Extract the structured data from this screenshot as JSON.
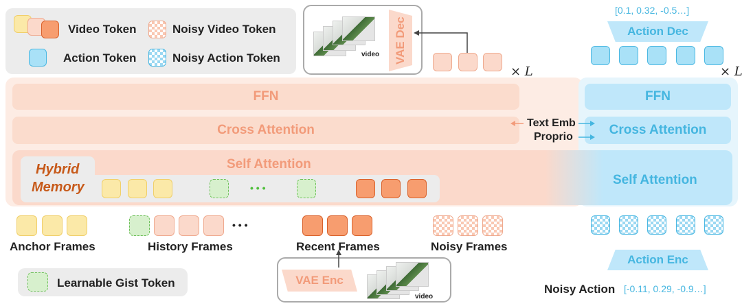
{
  "legend": {
    "video_token": "Video Token",
    "noisy_video_token": "Noisy Video Token",
    "action_token": "Action Token",
    "noisy_action_token": "Noisy Action Token"
  },
  "video_decoder": {
    "label": "VAE Dec",
    "video_caption": "video"
  },
  "video_encoder": {
    "label": "VAE Enc",
    "video_caption": "video"
  },
  "repeat_label_left": "× L",
  "repeat_label_right": "× L",
  "video_branch": {
    "ffn": "FFN",
    "cross_attention": "Cross Attention",
    "self_attention": "Self Attention",
    "hybrid_memory_line1": "Hybrid",
    "hybrid_memory_line2": "Memory",
    "ellipsis": "• • •"
  },
  "action_branch": {
    "decoder": "Action Dec",
    "encoder": "Action Enc",
    "ffn": "FFN",
    "cross_attention": "Cross Attention",
    "self_attention": "Self Attention",
    "output_values": "[0.1, 0.32, -0.5…]",
    "noisy_action_label": "Noisy Action",
    "noisy_action_values": "[-0.11, 0.29, -0.9…]"
  },
  "conditioning": {
    "text_emb": "Text Emb",
    "proprio": "Proprio"
  },
  "frame_groups": {
    "anchor": "Anchor Frames",
    "history": "History Frames",
    "history_ellipsis": "• • •",
    "recent": "Recent Frames",
    "noisy": "Noisy Frames"
  },
  "gist_legend": "Learnable Gist Token"
}
